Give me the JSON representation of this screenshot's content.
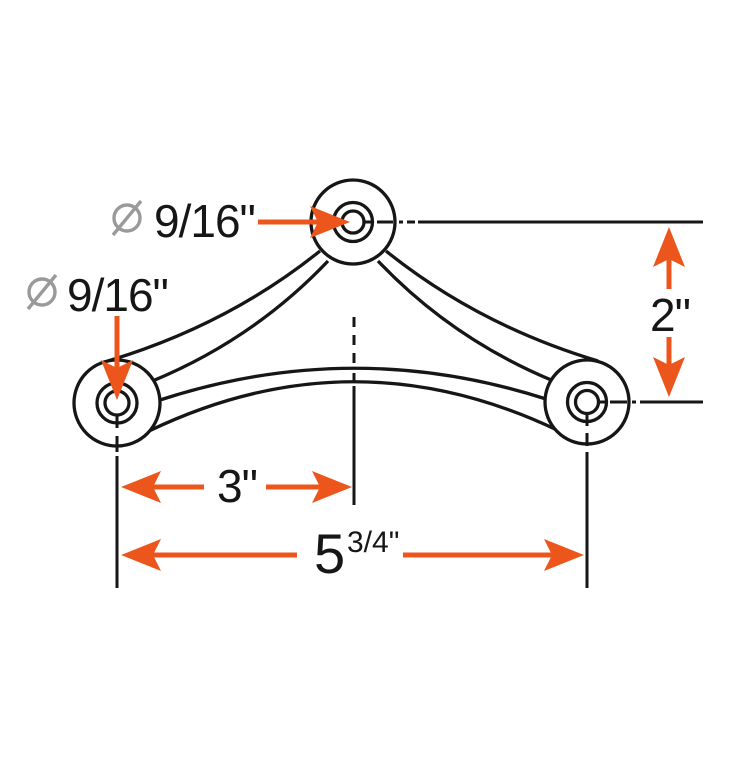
{
  "figure": {
    "kind": "technical-dimension-drawing",
    "subject": "three-hole curved spreader bracket, top view",
    "background_color": "#ffffff",
    "line_color": "#161616",
    "accent_color": "#EC551C",
    "symbol_color": "#9a9a9a"
  },
  "icons": {
    "diameter_symbol": "slashed-circle"
  },
  "dimensions": {
    "top_hole_diameter": {
      "symbol": "Ø",
      "value": "9/16\""
    },
    "left_hole_diameter": {
      "symbol": "Ø",
      "value": "9/16\""
    },
    "vertical_offset": {
      "value": "2\""
    },
    "center_spacing": {
      "value": "3\""
    },
    "overall_spacing": {
      "whole": "5",
      "fraction": "3/4\""
    }
  }
}
